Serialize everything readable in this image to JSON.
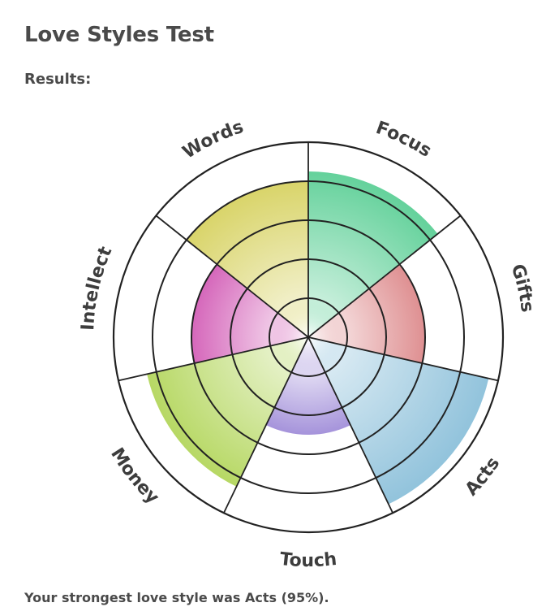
{
  "page": {
    "title": "Love Styles Test",
    "results_label": "Results:",
    "summary": "Your strongest love style was Acts (95%)."
  },
  "chart_data": {
    "type": "polar-area",
    "categories": [
      "Focus",
      "Gifts",
      "Acts",
      "Touch",
      "Money",
      "Intellect",
      "Words"
    ],
    "values": [
      85,
      60,
      95,
      50,
      85,
      60,
      80
    ],
    "rlim": [
      0,
      100
    ],
    "rings": 5,
    "colors": [
      "#5ccf96",
      "#dd8a8c",
      "#8cc0da",
      "#a18ed9",
      "#b3d65c",
      "#d35fb7",
      "#d7d262"
    ]
  }
}
